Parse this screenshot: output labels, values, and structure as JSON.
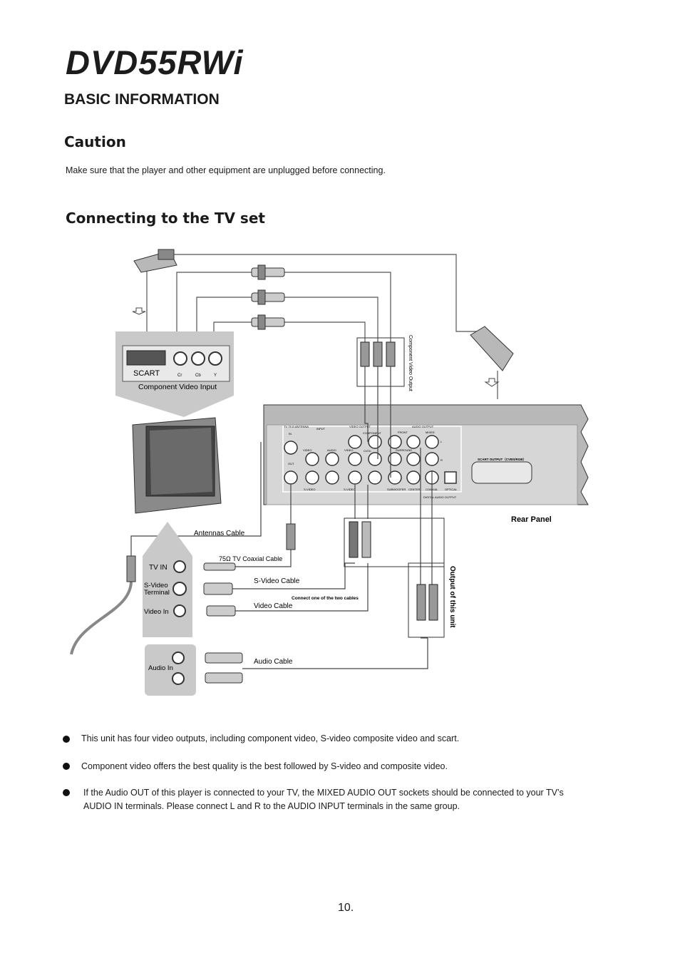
{
  "header": {
    "model": "DVD55RWi",
    "section": "BASIC INFORMATION"
  },
  "caution": {
    "heading": "Caution",
    "text": "Make sure that the player and other equipment are unplugged before connecting."
  },
  "connect": {
    "heading": "Connecting to the TV set"
  },
  "diagram": {
    "tv_panel": {
      "scart": "SCART",
      "cr": "Cr",
      "cb": "Cb",
      "y": "Y",
      "caption": "Component Video Input"
    },
    "component_output": "Component Video Output",
    "rear": {
      "antenna": "TV 75 Ω ANTENNA",
      "in": "IN",
      "out": "OUT",
      "input": "INPUT",
      "video_output": "VIDEO OUTPUT",
      "component": "COMPONENT",
      "audio_output": "AUDIO OUTPUT",
      "front": "FRONT",
      "mixed": "MIXED",
      "video": "VIDEO",
      "audio": "AUDIO",
      "video2": "VIDEO",
      "surround": "SURROUND",
      "l": "L",
      "r": "R",
      "svideo": "S-VIDEO",
      "svideo2": "S-VIDEO",
      "subwoofer": "SUBWOOFER",
      "center": "CENTER",
      "coaxial": "COAXIAL",
      "optical": "OPTICAL",
      "digital": "DIGITAL AUDIO OUTPUT",
      "scart_out": "SCART OUTPUT（CVBS/RGB）",
      "crcb": "Cr/Cb"
    },
    "rear_panel_label": "Rear Panel",
    "antennas_cable": "Antennas Cable",
    "coaxial_cable": "75Ω TV Coaxial Cable",
    "tv_in": "TV IN",
    "svideo_terminal_1": "S-Video",
    "svideo_terminal_2": "Terminal",
    "video_in": "Video In",
    "svideo_cable": "S-Video Cable",
    "connect_one": "Connect one of the two cables",
    "video_cable": "Video Cable",
    "output_unit": "Output of this unit",
    "audio_in": "Audio In",
    "audio_cable": "Audio Cable"
  },
  "bullets": [
    "This unit has four video outputs, including component video, S-video composite video and scart.",
    "Component video offers the best quality is the best followed by S-video and composite video.",
    "If the Audio OUT of this player is connected to your TV, the MIXED AUDIO OUT sockets should be connected to your TV’s AUDIO IN terminals. Please connect L and R to the AUDIO INPUT terminals in the same group."
  ],
  "page_number": "10."
}
